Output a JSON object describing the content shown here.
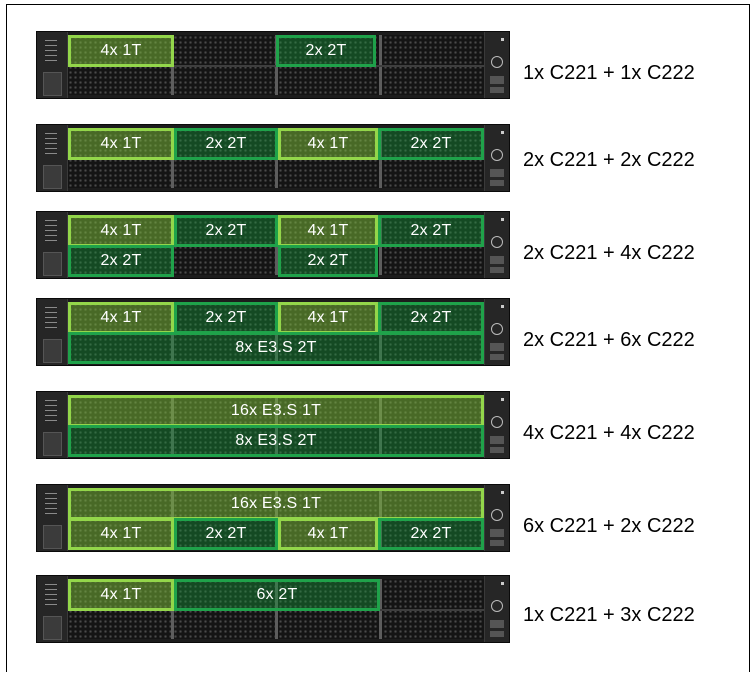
{
  "rows": [
    {
      "config": "1x C221 + 1x C222",
      "bays": [
        {
          "label": "4x 1T",
          "tone": "light"
        },
        {
          "label": "2x 2T",
          "tone": "dark"
        }
      ]
    },
    {
      "config": "2x C221 + 2x C222",
      "bays": [
        {
          "label": "4x 1T",
          "tone": "light"
        },
        {
          "label": "2x 2T",
          "tone": "dark"
        },
        {
          "label": "4x 1T",
          "tone": "light"
        },
        {
          "label": "2x 2T",
          "tone": "dark"
        }
      ]
    },
    {
      "config": "2x C221 + 4x C222",
      "bays": [
        {
          "label": "4x 1T",
          "tone": "light"
        },
        {
          "label": "2x 2T",
          "tone": "dark"
        },
        {
          "label": "4x 1T",
          "tone": "light"
        },
        {
          "label": "2x 2T",
          "tone": "dark"
        },
        {
          "label": "2x 2T",
          "tone": "dark"
        },
        {
          "label": "2x 2T",
          "tone": "dark"
        }
      ]
    },
    {
      "config": "2x C221 + 6x C222",
      "bays": [
        {
          "label": "4x 1T",
          "tone": "light"
        },
        {
          "label": "2x 2T",
          "tone": "dark"
        },
        {
          "label": "4x 1T",
          "tone": "light"
        },
        {
          "label": "2x 2T",
          "tone": "dark"
        },
        {
          "label": "8x E3.S 2T",
          "tone": "dark"
        }
      ]
    },
    {
      "config": "4x C221 + 4x C222",
      "bays": [
        {
          "label": "16x E3.S 1T",
          "tone": "light"
        },
        {
          "label": "8x E3.S 2T",
          "tone": "dark"
        }
      ]
    },
    {
      "config": "6x C221 + 2x C222",
      "bays": [
        {
          "label": "16x E3.S 1T",
          "tone": "light"
        },
        {
          "label": "4x 1T",
          "tone": "light"
        },
        {
          "label": "2x 2T",
          "tone": "dark"
        },
        {
          "label": "4x 1T",
          "tone": "light"
        },
        {
          "label": "2x 2T",
          "tone": "dark"
        }
      ]
    },
    {
      "config": "1x C221 + 3x C222",
      "bays": [
        {
          "label": "4x 1T",
          "tone": "light"
        },
        {
          "label": "6x 2T",
          "tone": "dark"
        }
      ]
    }
  ],
  "colors": {
    "light_green": "#93d64a",
    "dark_green": "#1fa24a",
    "chassis": "#1c1c1c"
  }
}
